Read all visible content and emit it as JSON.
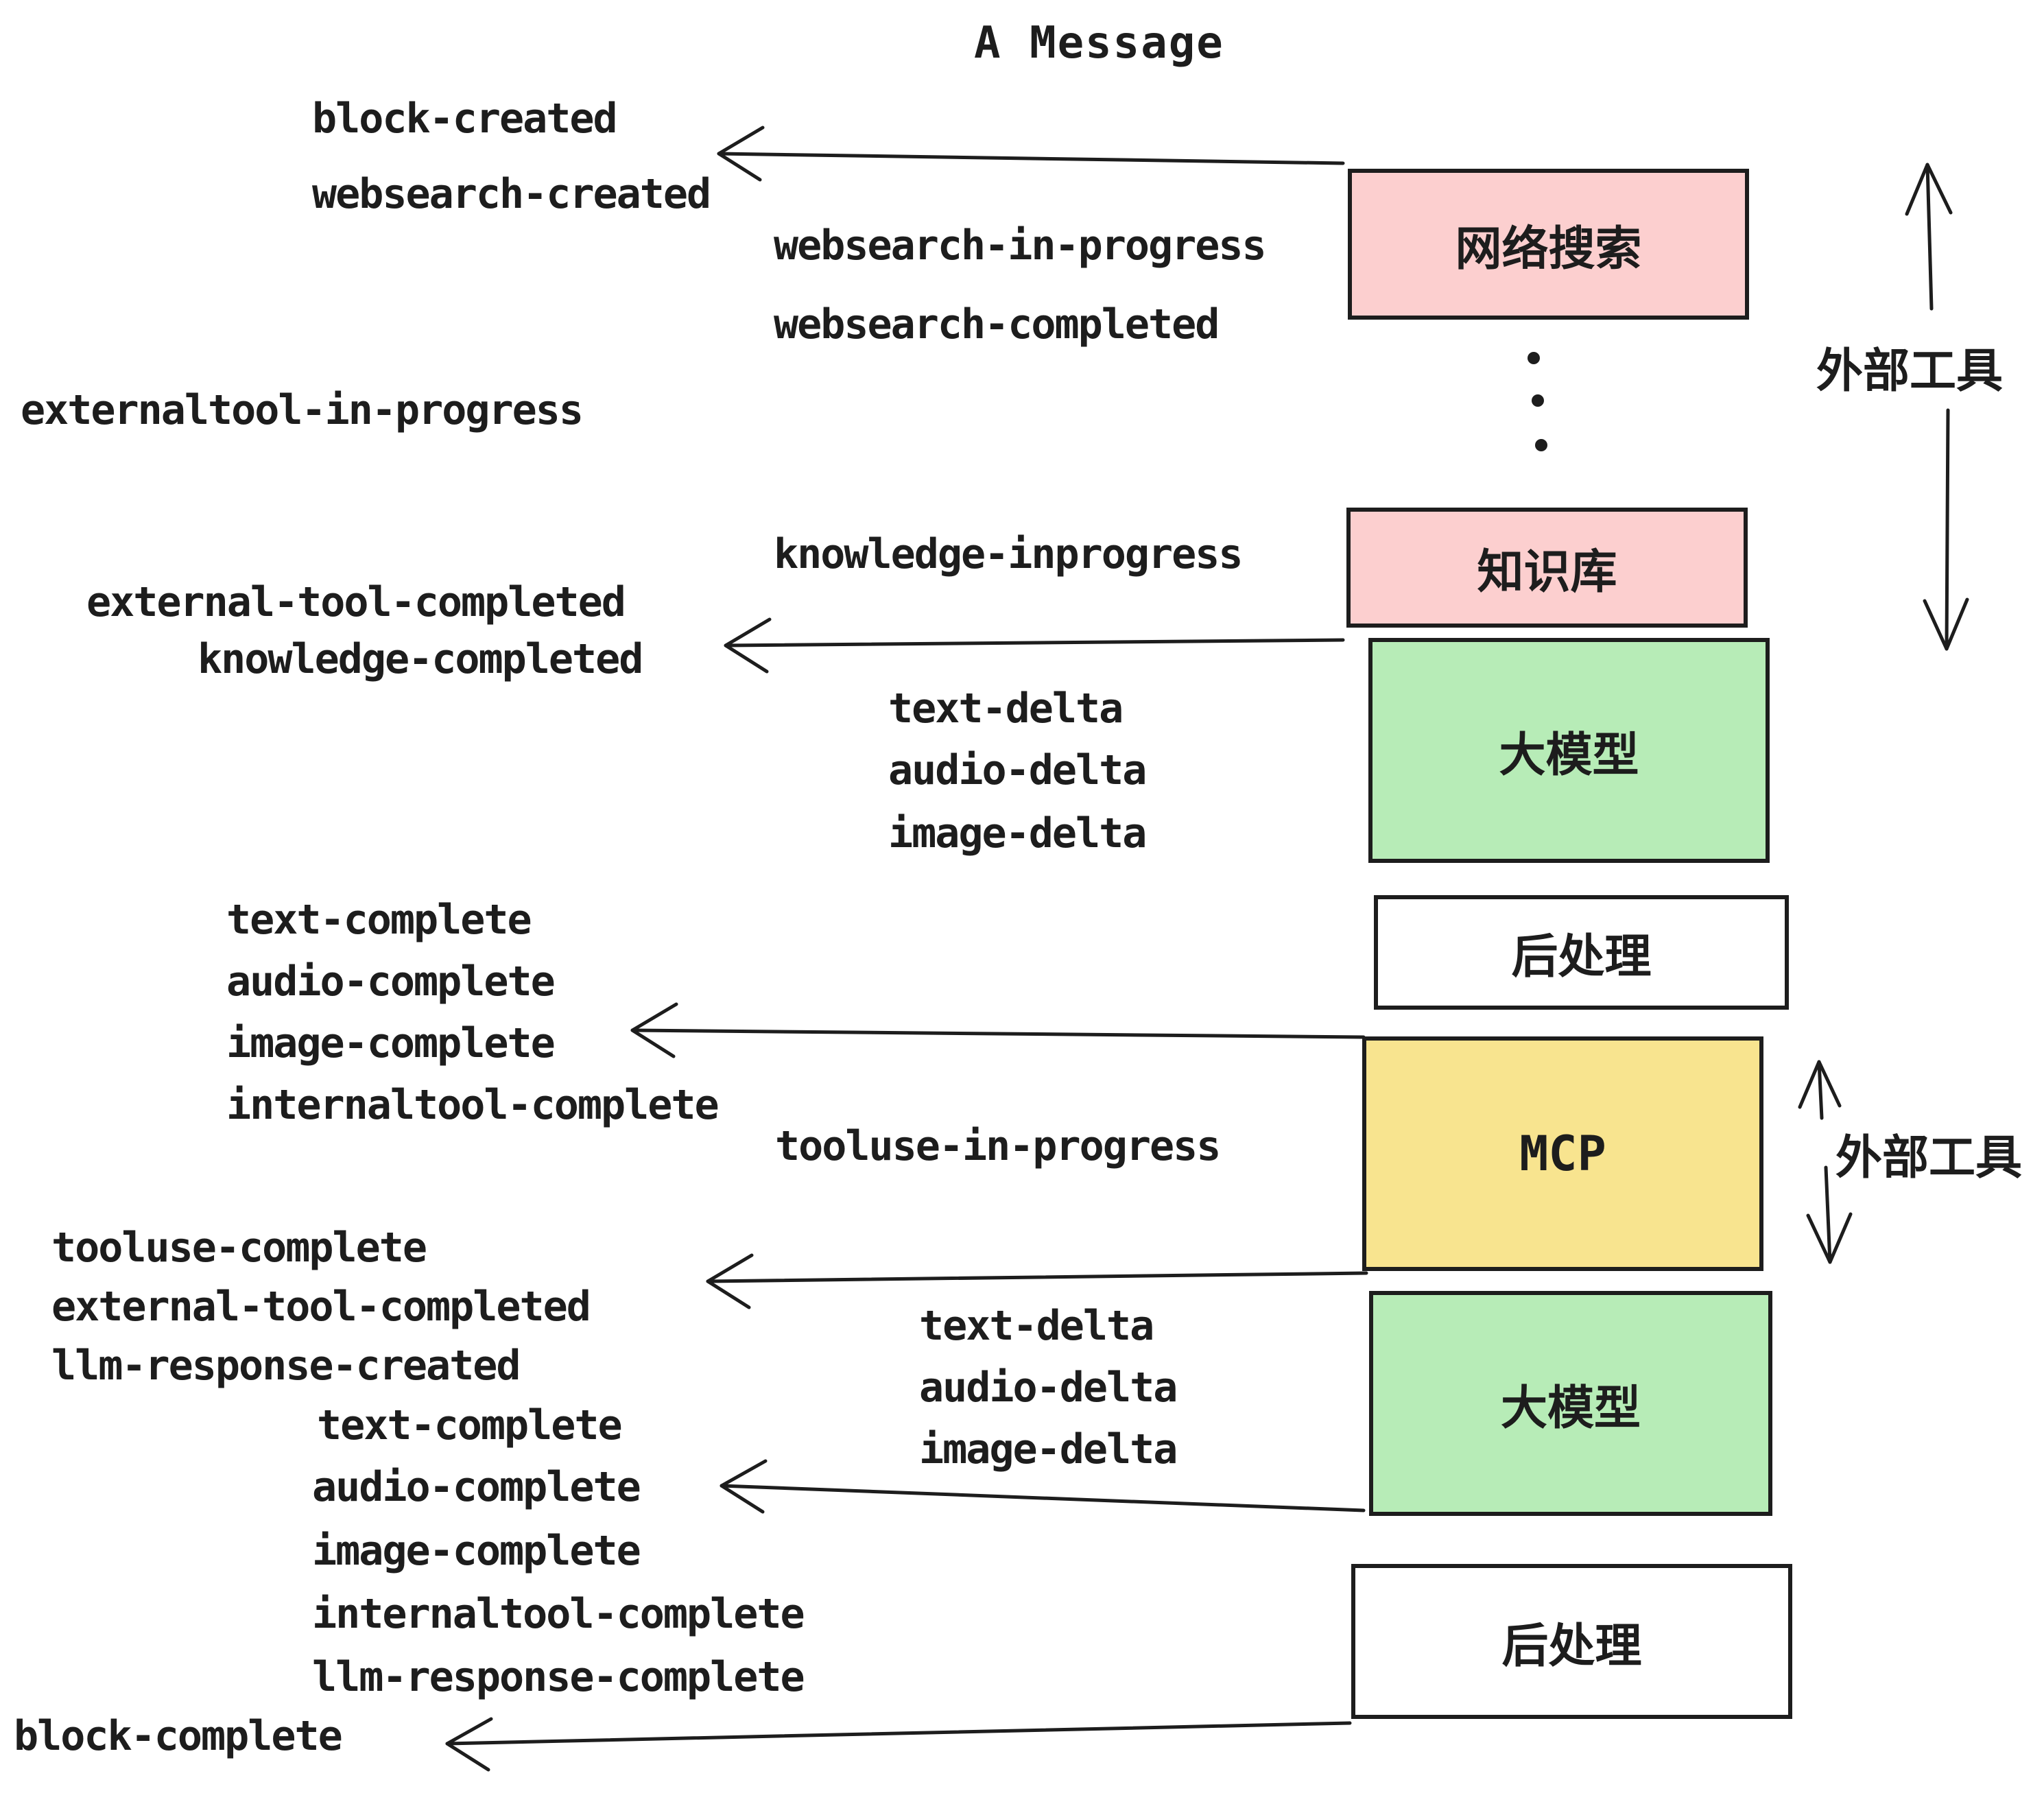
{
  "title": "A Message",
  "colors": {
    "pink": "#fccfcf",
    "green": "#b7ecb7",
    "yellow": "#f8e48f",
    "white": "#ffffff",
    "ink": "#1d1d1d"
  },
  "events": {
    "block_created": "block-created",
    "websearch_created": "websearch-created",
    "websearch_in_progress": "websearch-in-progress",
    "websearch_completed": "websearch-completed",
    "externaltool_in_progress": "externaltool-in-progress",
    "knowledge_inprogress": "knowledge-inprogress",
    "external_tool_completed": "external-tool-completed",
    "knowledge_completed": "knowledge-completed",
    "text_delta": "text-delta",
    "audio_delta": "audio-delta",
    "image_delta": "image-delta",
    "text_complete": "text-complete",
    "audio_complete": "audio-complete",
    "image_complete": "image-complete",
    "internaltool_complete": "internaltool-complete",
    "tooluse_in_progress": "tooluse-in-progress",
    "tooluse_complete": "tooluse-complete",
    "llm_response_created": "llm-response-created",
    "llm_response_complete": "llm-response-complete",
    "block_complete": "block-complete"
  },
  "boxes": {
    "web_search": "网络搜索",
    "knowledge_base": "知识库",
    "llm": "大模型",
    "post_process": "后处理",
    "mcp": "MCP"
  },
  "annotations": {
    "external_tools_top": "外部工具",
    "external_tools_bottom": "外部工具"
  }
}
